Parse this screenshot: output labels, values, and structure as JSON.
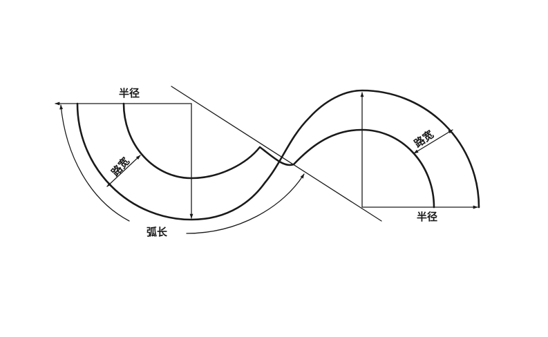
{
  "labels": {
    "radius_left": "半径",
    "radius_right": "半径",
    "road_width_left": "路宽",
    "road_width_right": "路宽",
    "arc_length": "弧长"
  }
}
